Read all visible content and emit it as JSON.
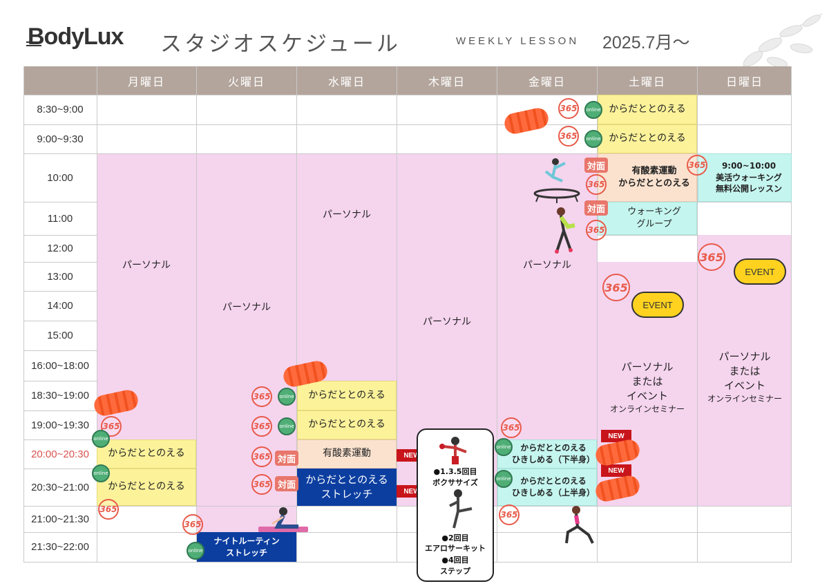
{
  "header": {
    "logo": "BodyLux",
    "title": "スタジオスケジュール",
    "subtitle": "WEEKLY LESSON",
    "date": "2025.7月〜"
  },
  "days": [
    "月曜日",
    "火曜日",
    "水曜日",
    "木曜日",
    "金曜日",
    "土曜日",
    "日曜日"
  ],
  "times": [
    "8:30~9:00",
    "9:00~9:30",
    "10:00",
    "11:00",
    "12:00",
    "13:00",
    "14:00",
    "15:00",
    "16:00~18:00",
    "18:30~19:00",
    "19:00~19:30",
    "20:00~20:30",
    "20:30~21:00",
    "21:00~21:30",
    "21:30~22:00"
  ],
  "badges": {
    "b365": "365",
    "online": "online",
    "taimen": "対面",
    "new": "NEW",
    "event": "EVENT"
  },
  "lessons": {
    "personal": "パーソナル",
    "karada": "からだととのえる",
    "aerobic": "有酸素運動",
    "karada_stretch": "からだととのえる\nストレッチ",
    "night": "ナイトルーティン\nストレッチ",
    "sat_aerobic": "有酸素運動\nからだととのえる",
    "walking": "ウォーキング\nグループ",
    "sun_walk": "9:00~10:00\n美活ウォーキング\n無料公開レッスン",
    "fri_lower": "からだととのえる\nひきしめる（下半身）",
    "fri_upper": "からだととのえる\nひきしめる（上半身）",
    "weekend_personal": "パーソナル\nまたは\nイベント",
    "weekend_online": "オンラインセミナー"
  },
  "thursday_box": {
    "l1": "●1.3.5回目",
    "l2": "ボクササイズ",
    "l3": "●2回目",
    "l4": "エアロサーキット",
    "l5": "●4回目",
    "l6": "ステップ"
  },
  "colors": {
    "pink": "#f5d4ee",
    "yellow": "#fbf29a",
    "navy": "#0c3ea0",
    "mint": "#c5f5ef",
    "header": "#b3a59c",
    "accent": "#e85a4a"
  }
}
